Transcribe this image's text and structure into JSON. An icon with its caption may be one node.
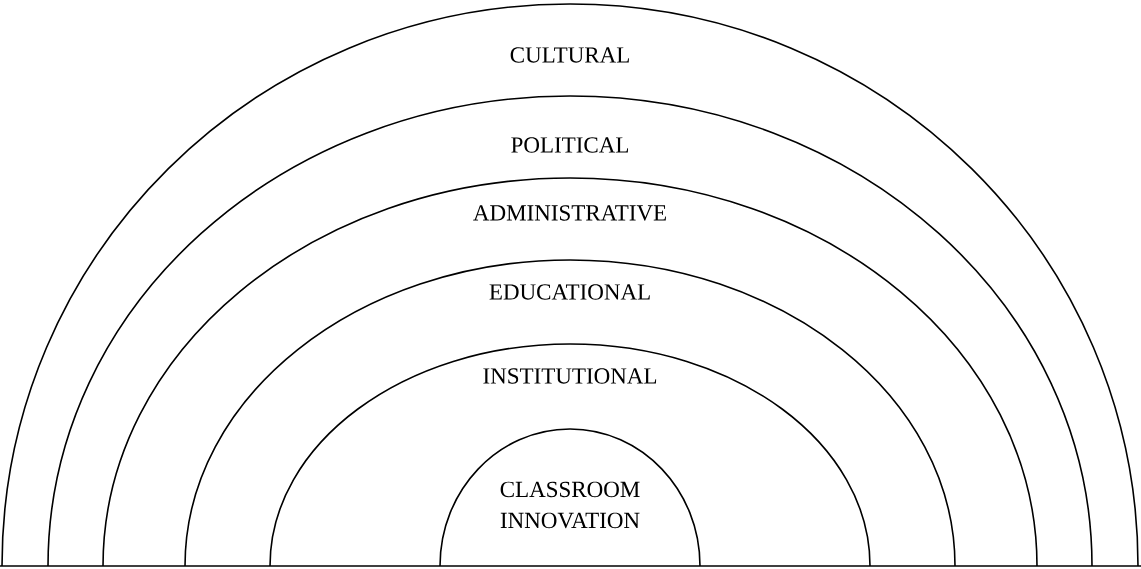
{
  "diagram": {
    "nodes": [
      {
        "text": [
          "CULTURAL"
        ]
      },
      {
        "text": [
          "POLITICAL"
        ],
        "in": 0
      },
      {
        "text": [
          "ADMINISTRATIVE"
        ],
        "in": 1
      },
      {
        "text": [
          "EDUCATIONAL"
        ],
        "in": 2
      },
      {
        "text": [
          "INSTITUTIONAL"
        ],
        "in": 3
      },
      {
        "text": [
          "CLASSROOM INNOVATION"
        ],
        "in": 4
      }
    ]
  }
}
